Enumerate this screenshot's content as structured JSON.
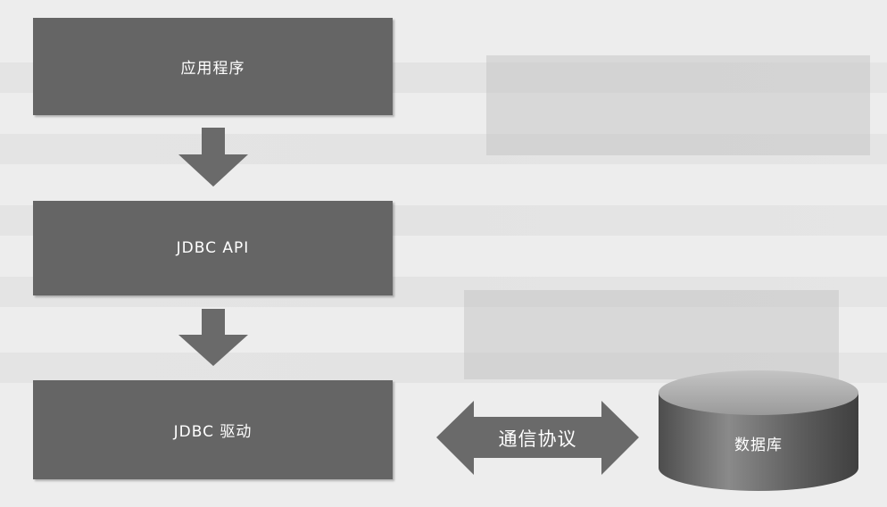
{
  "diagram": {
    "boxes": {
      "application": "应用程序",
      "jdbc_api": "JDBC API",
      "jdbc_driver": "JDBC 驱动"
    },
    "connector": {
      "label": "通信协议"
    },
    "database": {
      "label": "数据库"
    }
  },
  "colors": {
    "box_fill": "#656565",
    "arrow_fill": "#6a6a6a",
    "text": "#ffffff",
    "background": "#ededed"
  },
  "icons": {
    "flow_arrows": "down-arrow",
    "protocol": "double-headed-arrow",
    "storage": "database-cylinder"
  }
}
